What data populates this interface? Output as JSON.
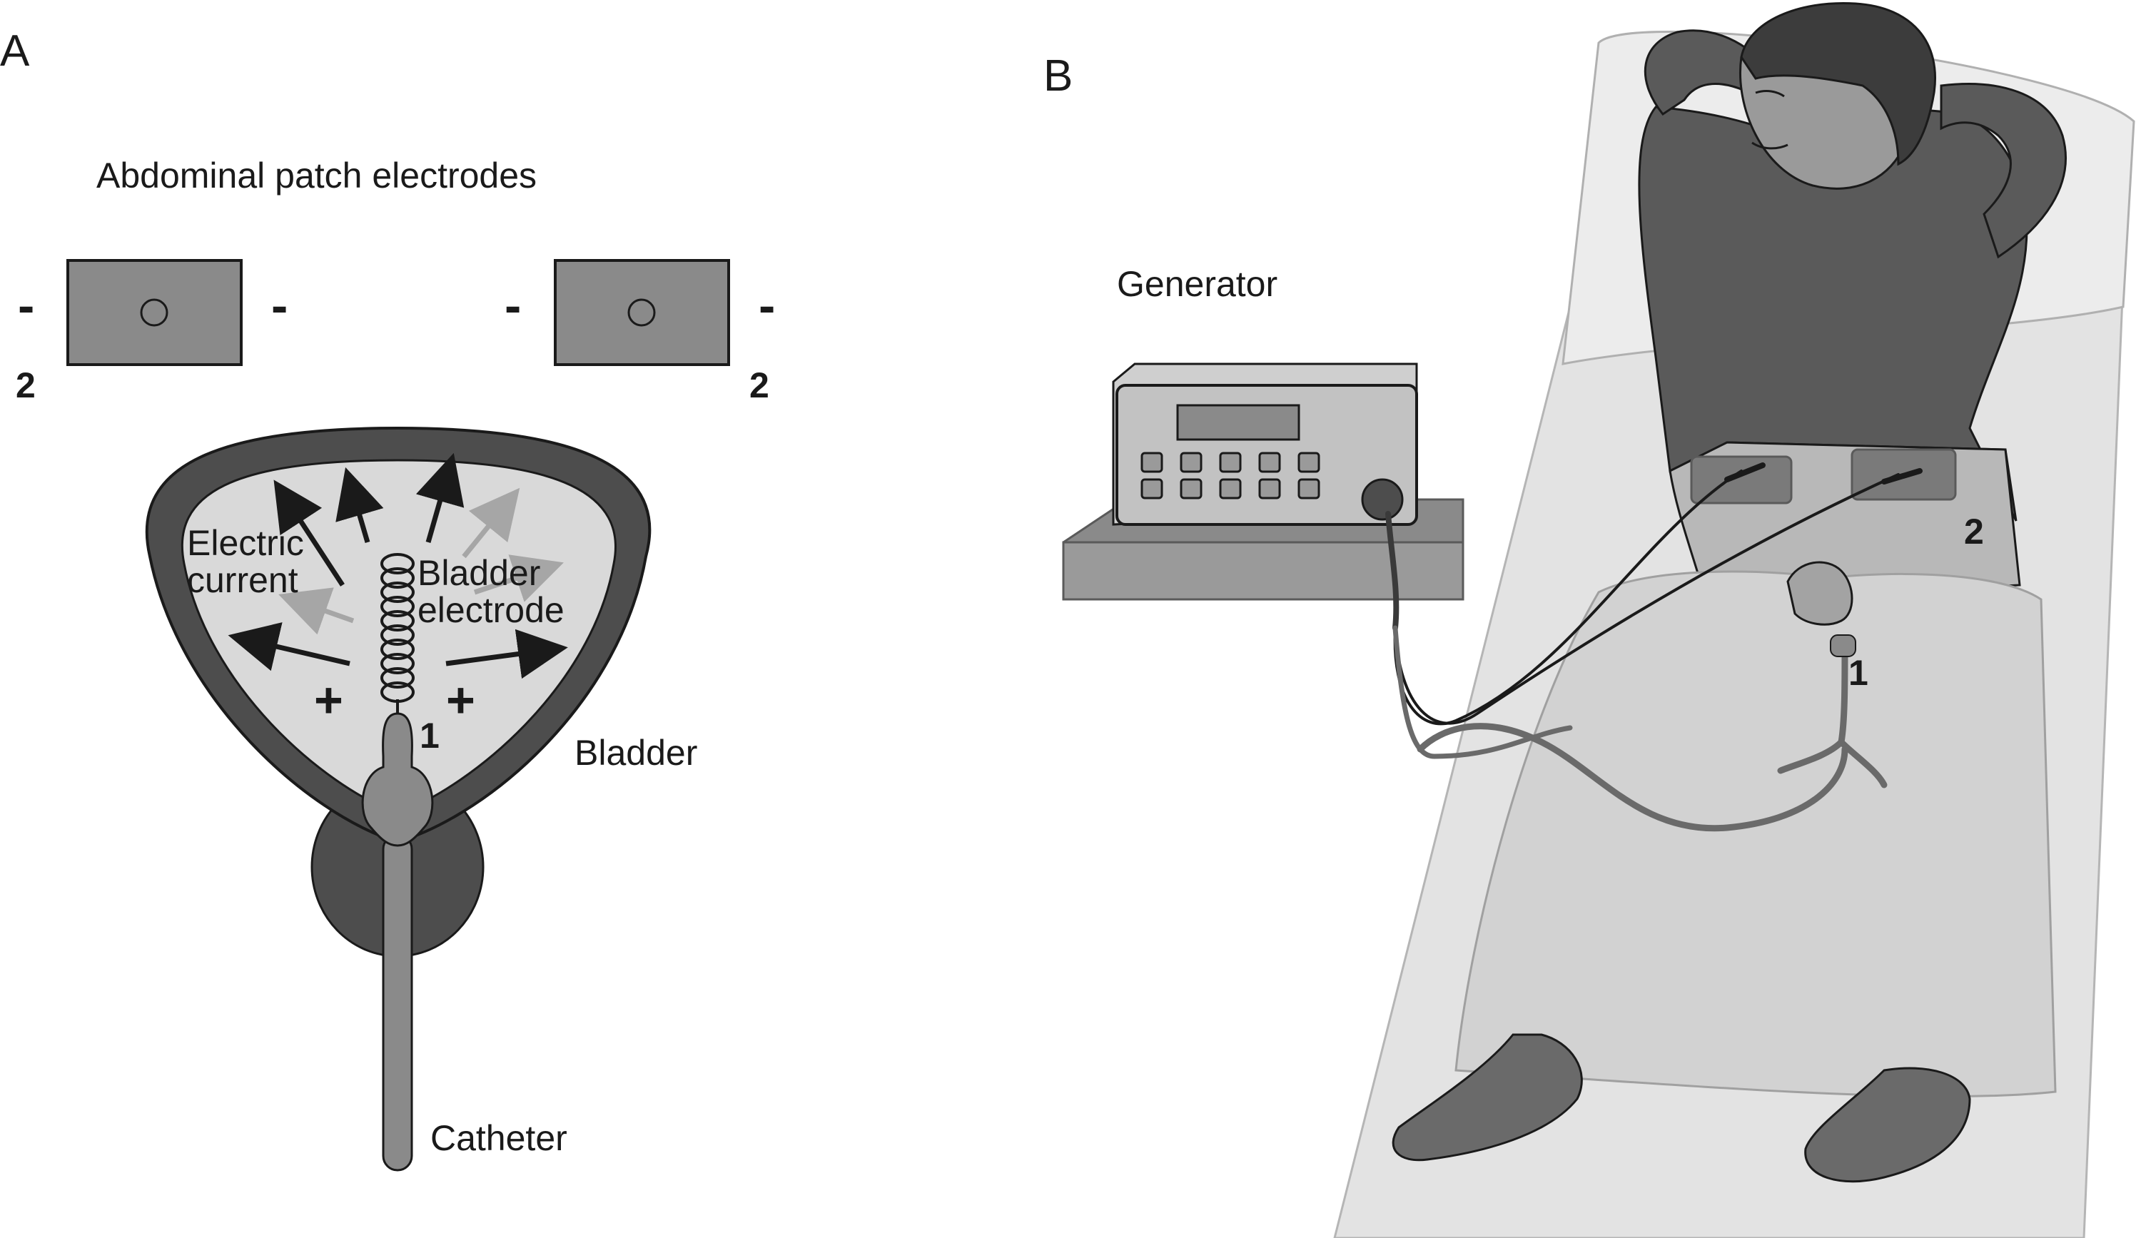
{
  "panel_a": {
    "letter": "A",
    "title": "Abdominal patch electrodes",
    "minus": "-",
    "plus": "+",
    "label_2": "2",
    "label_1": "1",
    "electric_current_line1": "Electric",
    "electric_current_line2": "current",
    "bladder_electrode_line1": "Bladder",
    "bladder_electrode_line2": "electrode",
    "bladder": "Bladder",
    "catheter": "Catheter"
  },
  "panel_b": {
    "letter": "B",
    "generator": "Generator",
    "label_1": "1",
    "label_2": "2"
  },
  "colors": {
    "dark": "#4b4b4b",
    "mid": "#808080",
    "light": "#cfcfcf",
    "lighter": "#e6e6e6",
    "line": "#1a1a1a"
  }
}
